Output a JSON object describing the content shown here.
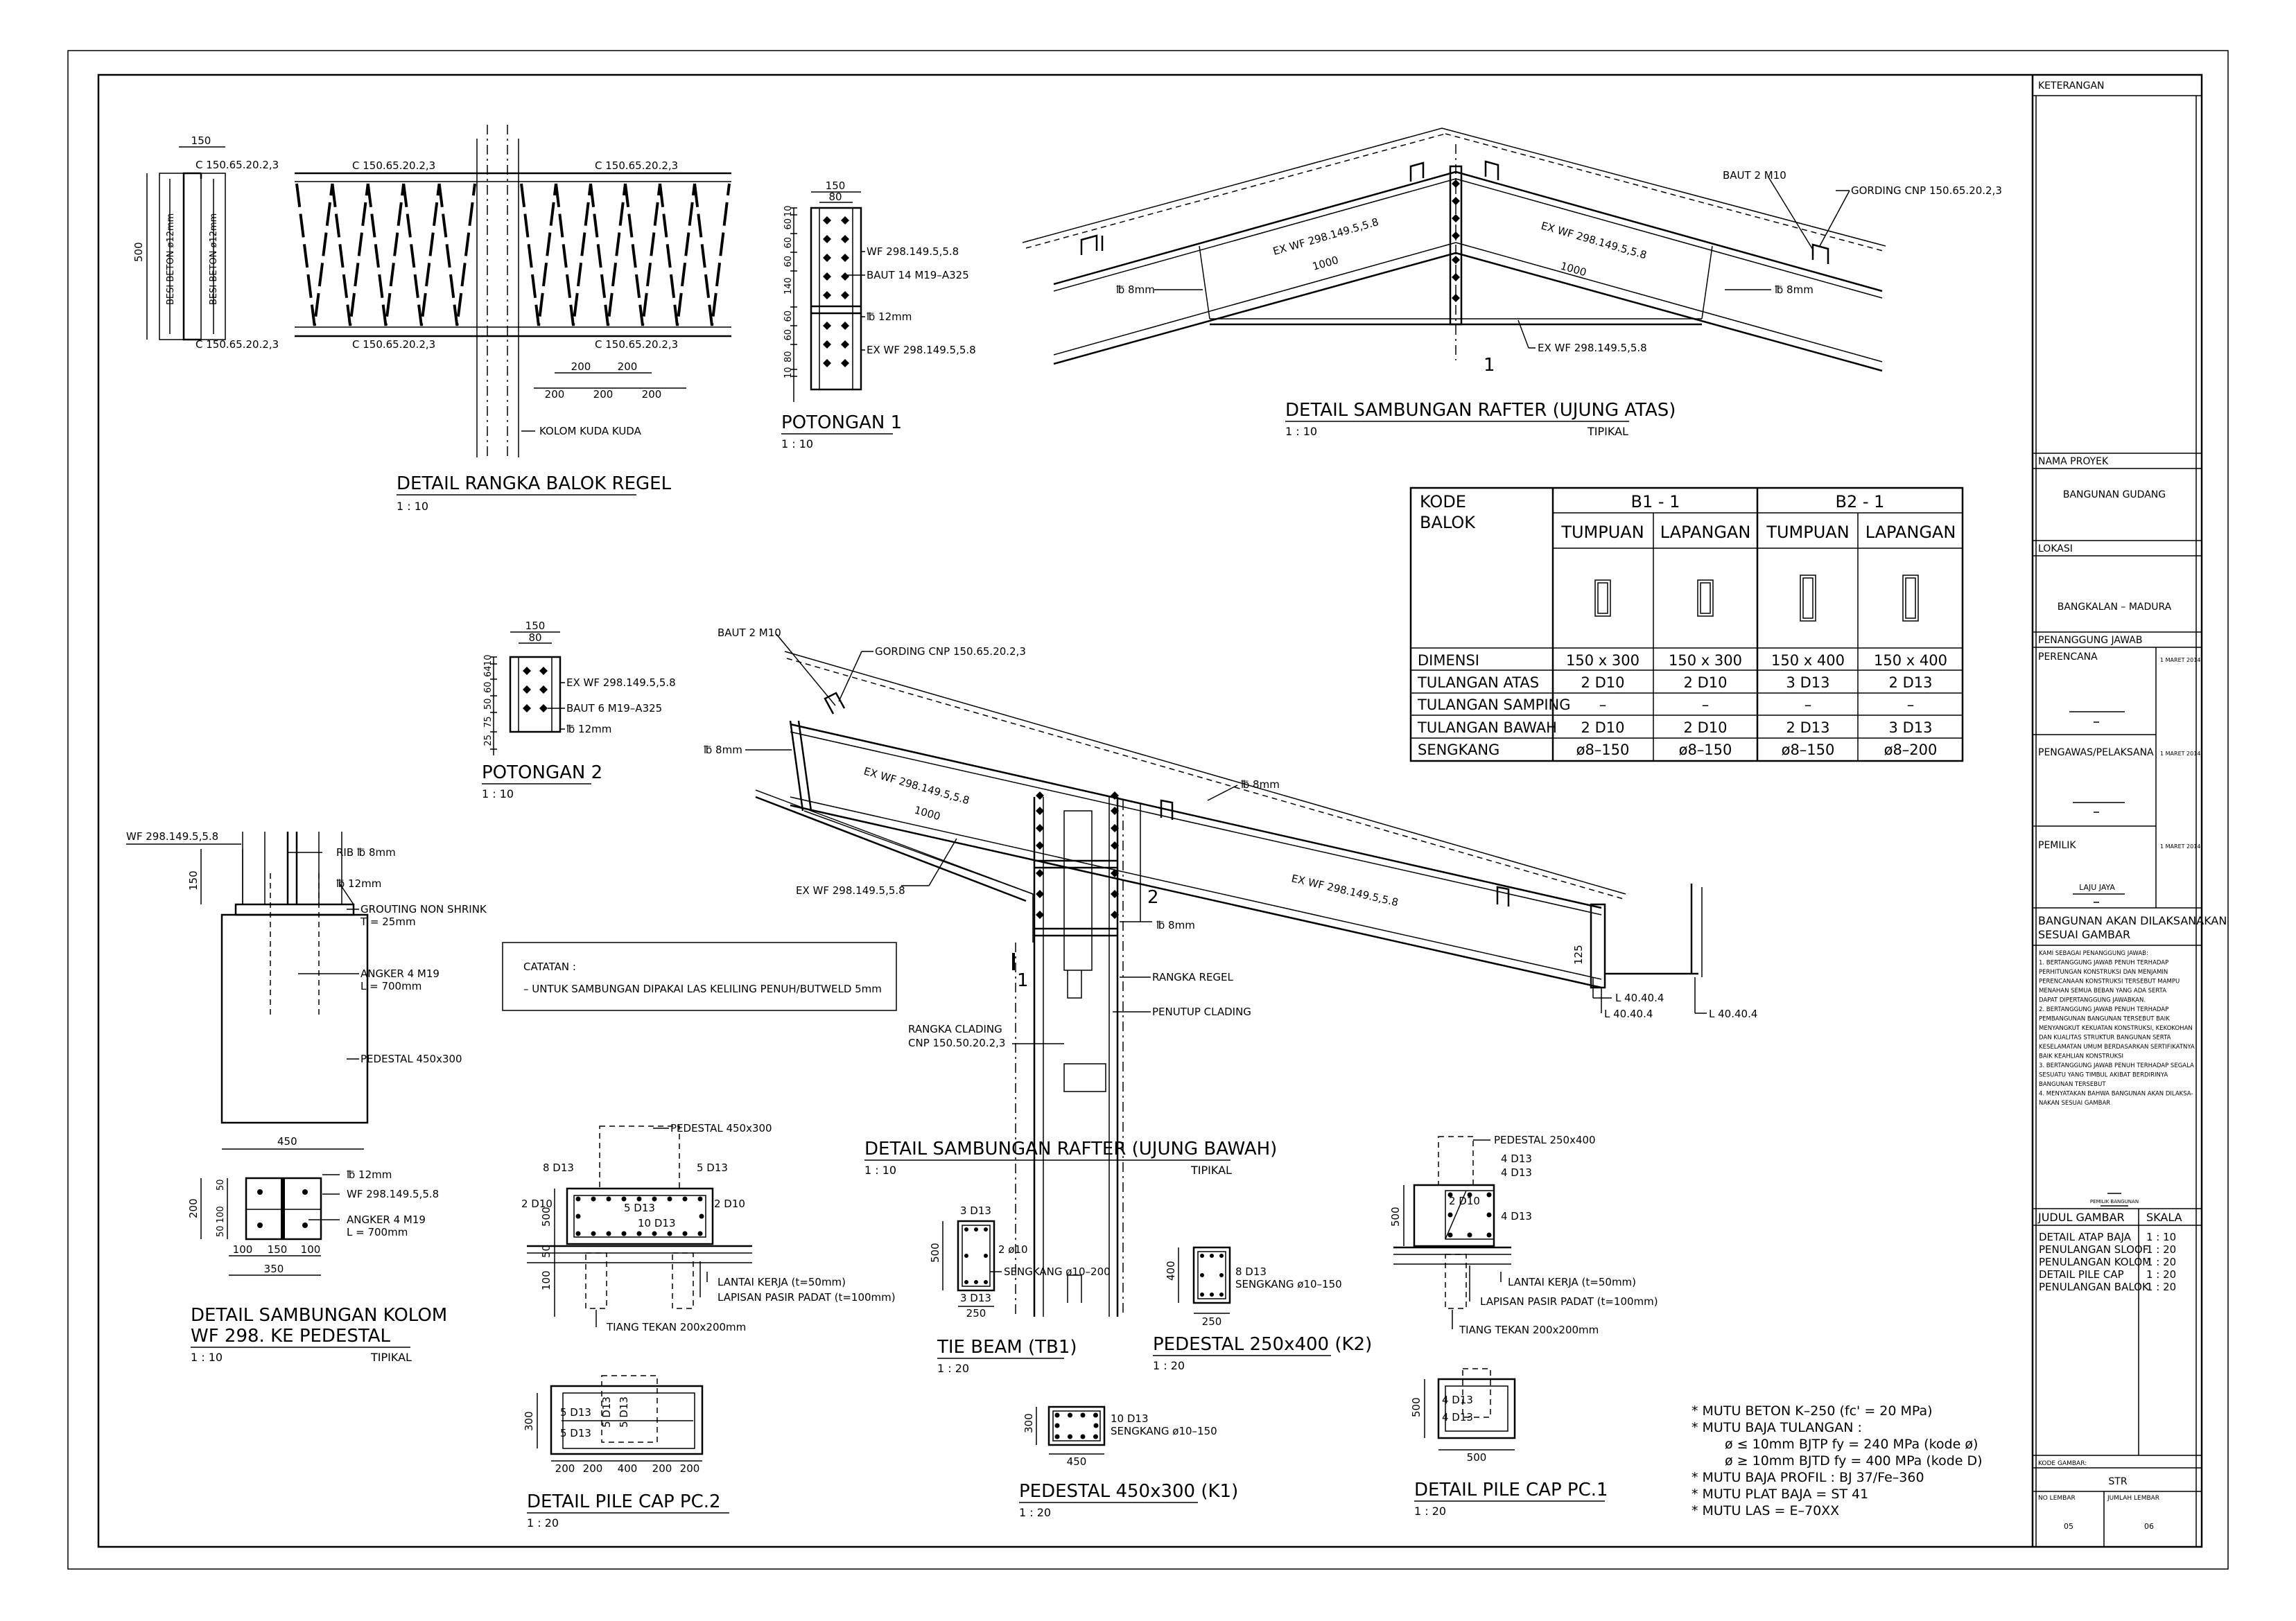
{
  "details": {
    "rangka_regel": {
      "title": "DETAIL RANGKA BALOK REGEL",
      "scale": "1 : 10",
      "labels": [
        "C 150.65.20.2,3",
        "C 150.65.20.2,3",
        "C 150.65.20.2,3",
        "C 150.65.20.2,3",
        "C 150.65.20.2,3",
        "C 150.65.20.2,3"
      ],
      "besi": [
        "BESI BETON ø12mm",
        "BESI BETON ø12mm"
      ],
      "dims": [
        "150",
        "500",
        "200",
        "200",
        "200",
        "200",
        "200"
      ],
      "kolom": "KOLOM KUDA KUDA"
    },
    "potongan1": {
      "title": "POTONGAN 1",
      "scale": "1 : 10",
      "labels": [
        "WF 298.149.5,5.8",
        "BAUT 14 M19–A325",
        "℔ 12mm",
        "EX WF 298.149.5,5.8"
      ],
      "dims": [
        "150",
        "80",
        "10",
        "60",
        "60",
        "60",
        "140",
        "60",
        "60",
        "80",
        "10"
      ]
    },
    "rafter_atas": {
      "title": "DETAIL SAMBUNGAN RAFTER (UJUNG ATAS)",
      "scale": "1 : 10",
      "tipikal": "TIPIKAL",
      "labels": [
        "BAUT 2 M10",
        "GORDING CNP 150.65.20.2,3",
        "EX WF 298.149.5,5.8",
        "EX WF 298.149.5,5.8",
        "1000",
        "1000",
        "℔ 8mm",
        "℔ 8mm",
        "EX WF 298.149.5,5.8",
        "1"
      ]
    },
    "potongan2": {
      "title": "POTONGAN 2",
      "scale": "1 : 10",
      "labels": [
        "EX WF 298.149.5,5.8",
        "BAUT 6 M19–A325",
        "℔ 12mm"
      ],
      "dims": [
        "150",
        "80",
        "10",
        "64",
        "60",
        "50",
        "75",
        "25"
      ]
    },
    "rafter_bawah": {
      "title": "DETAIL SAMBUNGAN RAFTER (UJUNG BAWAH)",
      "scale": "1 : 10",
      "tipikal": "TIPIKAL",
      "labels": [
        "BAUT 2 M10",
        "GORDING CNP 150.65.20.2,3",
        "℔ 8mm",
        "EX WF 298.149.5,5.8",
        "1000",
        "℔ 8mm",
        "EX WF 298.149.5,5.8",
        "EX WF 298.149.5,5.8",
        "2",
        "℔ 8mm",
        "RANGKA REGEL",
        "PENUTUP CLADING",
        "RANGKA CLADING",
        "CNP 150.50.20.2,3",
        "1",
        "125",
        "L 40.40.4",
        "L 40.40.4",
        "L 40.40.4"
      ]
    },
    "catatan": {
      "title": "CATATAN :",
      "text": "–  UNTUK SAMBUNGAN DIPAKAI LAS KELILING PENUH/BUTWELD 5mm"
    },
    "kolom_pedestal": {
      "title": "DETAIL SAMBUNGAN KOLOM",
      "title2": "WF 298. KE PEDESTAL",
      "scale": "1 : 10",
      "tipikal": "TIPIKAL",
      "labels": [
        "WF 298.149.5,5.8",
        "RIB ℔ 8mm",
        "℔ 12mm",
        "GROUTING NON SHRINK",
        "T = 25mm",
        "ANGKER 4 M19",
        "L = 700mm",
        "PEDESTAL 450x300",
        "150",
        "450"
      ],
      "plan_labels": [
        "℔ 12mm",
        "WF 298.149.5,5.8",
        "ANGKER 4 M19",
        "L = 700mm"
      ],
      "plan_dims": [
        "200",
        "50",
        "100",
        "50",
        "100",
        "150",
        "100",
        "350"
      ]
    },
    "pile_cap2_section": {
      "labels": [
        "PEDESTAL 450x300",
        "8 D13",
        "5 D13",
        "2 D10",
        "5 D13",
        "2 D10",
        "10 D13",
        "LANTAI KERJA (t=50mm)",
        "LAPISAN PASIR PADAT (t=100mm)",
        "TIANG TEKAN 200x200mm"
      ],
      "dims": [
        "500",
        "50",
        "100"
      ]
    },
    "tie_beam": {
      "title": "TIE BEAM (TB1)",
      "scale": "1 : 20",
      "labels": [
        "3 D13",
        "2 ø10",
        "SENGKANG ø10–200",
        "3 D13"
      ],
      "dims": [
        "500",
        "250"
      ]
    },
    "pedestal_k2": {
      "title": "PEDESTAL  250x400 (K2)",
      "scale": "1 : 20",
      "labels": [
        "8 D13",
        "SENGKANG ø10–150"
      ],
      "dims": [
        "400",
        "250"
      ]
    },
    "pile_cap1_section": {
      "labels": [
        "PEDESTAL 250x400",
        "4 D13",
        "4 D13",
        "2 D10",
        "4 D13",
        "LANTAI KERJA (t=50mm)",
        "LAPISAN PASIR PADAT (t=100mm)",
        "TIANG TEKAN 200x200mm"
      ],
      "dims": [
        "500"
      ]
    },
    "pile_cap2": {
      "title": "DETAIL PILE CAP PC.2",
      "scale": "1 : 20",
      "labels": [
        "5 D13",
        "5 D13",
        "5 D13",
        "5 D13"
      ],
      "dims": [
        "300",
        "200",
        "200",
        "400",
        "200",
        "200"
      ]
    },
    "pedestal_k1": {
      "title": "PEDESTAL  450x300 (K1)",
      "scale": "1 : 20",
      "labels": [
        "10 D13",
        "SENGKANG ø10–150"
      ],
      "dims": [
        "300",
        "450"
      ]
    },
    "pile_cap1": {
      "title": "DETAIL PILE CAP PC.1",
      "scale": "1 : 20",
      "labels": [
        "4 D13",
        "4 D13"
      ],
      "dims": [
        "500",
        "500"
      ]
    }
  },
  "notes": [
    "*  MUTU  BETON  K–250  (fc' = 20 MPa)",
    "*  MUTU  BAJA  TULANGAN  :",
    "ø  ≤  10mm  BJTP  fy  =  240  MPa  (kode ø)",
    "ø  ≥  10mm  BJTD  fy  =  400  MPa  (kode D)",
    "*  MUTU  BAJA  PROFIL  :  BJ 37/Fe–360",
    "*  MUTU  PLAT  BAJA  =  ST 41",
    "*  MUTU  LAS  =  E–70XX"
  ],
  "table": {
    "header_kode": "KODE",
    "header_balok": "BALOK",
    "groups": [
      "B1 - 1",
      "B1 - 1",
      "B2 - 1",
      "B2 - 1"
    ],
    "group_b1": "B1 - 1",
    "group_b2": "B2 - 1",
    "subheaders": [
      "TUMPUAN",
      "LAPANGAN",
      "TUMPUAN",
      "LAPANGAN"
    ],
    "rows": [
      {
        "label": "DIMENSI",
        "values": [
          "150  x  300",
          "150  x  300",
          "150  x  400",
          "150  x  400"
        ]
      },
      {
        "label": "TULANGAN  ATAS",
        "values": [
          "2  D10",
          "2  D10",
          "3  D13",
          "2  D13"
        ]
      },
      {
        "label": "TULANGAN  SAMPING",
        "values": [
          "–",
          "–",
          "–",
          "–"
        ]
      },
      {
        "label": "TULANGAN  BAWAH",
        "values": [
          "2  D10",
          "2  D10",
          "2  D13",
          "3  D13"
        ]
      },
      {
        "label": "SENGKANG",
        "values": [
          "ø8–150",
          "ø8–150",
          "ø8–150",
          "ø8–200"
        ]
      }
    ]
  },
  "title_block": {
    "keterangan": "KETERANGAN",
    "nama_proyek_label": "NAMA PROYEK",
    "nama_proyek": "BANGUNAN GUDANG",
    "lokasi_label": "LOKASI",
    "lokasi": "BANGKALAN  –  MADURA",
    "penanggung_jawab": "PENANGGUNG  JAWAB",
    "perencana": "PERENCANA",
    "pengawas": "PENGAWAS/PELAKSANA",
    "pemilik": "PEMILIK",
    "date1": "1 MARET 2014",
    "date2": "1 MARET 2014",
    "date3": "1 MARET 2014",
    "pemilik_name": "LAJU  JAYA",
    "statement_title": "BANGUNAN  AKAN  DILAKSANAKAN",
    "statement_title2": "SESUAI  GAMBAR",
    "statement_lines": [
      "KAMI SEBAGAI PENANGGUNG JAWAB:",
      "1. BERTANGGUNG JAWAB PENUH TERHADAP",
      "PERHITUNGAN KONSTRUKSI DAN MENJAMIN",
      "PERENCANAAN KONSTRUKSI TERSEBUT MAMPU",
      "MENAHAN SEMUA BEBAN YANG ADA SERTA",
      "DAPAT DIPERTANGGUNG JAWABKAN.",
      "2. BERTANGGUNG JAWAB PENUH TERHADAP",
      "PEMBANGUNAN BANGUNAN TERSEBUT BAIK",
      "MENYANGKUT KEKUATAN KONSTRUKSI, KEKOKOHAN",
      "DAN KUALITAS STRUKTUR BANGUNAN SERTA",
      "KESELAMATAN UMUM BERDASARKAN SERTIFIKATNYA",
      "BAIK KEAHLIAN KONSTRUKSI",
      "3. BERTANGGUNG JAWAB PENUH TERHADAP SEGALA",
      "SESUATU YANG TIMBUL AKIBAT BERDIRINYA",
      "BANGUNAN TERSEBUT",
      "4. MENYATAKAN BAHWA BANGUNAN AKAN DILAKSA-",
      "NAKAN SESUAI GAMBAR"
    ],
    "pemilik_bangunan": "PEMILIK BANGUNAN",
    "judul_gambar": "JUDUL  GAMBAR",
    "skala": "SKALA",
    "drawings": [
      {
        "name": "DETAIL ATAP BAJA",
        "scale": "1  :  10"
      },
      {
        "name": "PENULANGAN SLOOF",
        "scale": "1  :  20"
      },
      {
        "name": "PENULANGAN KOLOM",
        "scale": "1  :  20"
      },
      {
        "name": "DETAIL PILE CAP",
        "scale": "1  :  20"
      },
      {
        "name": "PENULANGAN BALOK",
        "scale": "1  :  20"
      }
    ],
    "kode_gambar_label": "KODE GAMBAR:",
    "kode_gambar": "STR",
    "no_lembar_label": "NO LEMBAR",
    "jumlah_lembar_label": "JUMLAH LEMBAR",
    "no_lembar": "05",
    "jumlah_lembar": "06"
  }
}
